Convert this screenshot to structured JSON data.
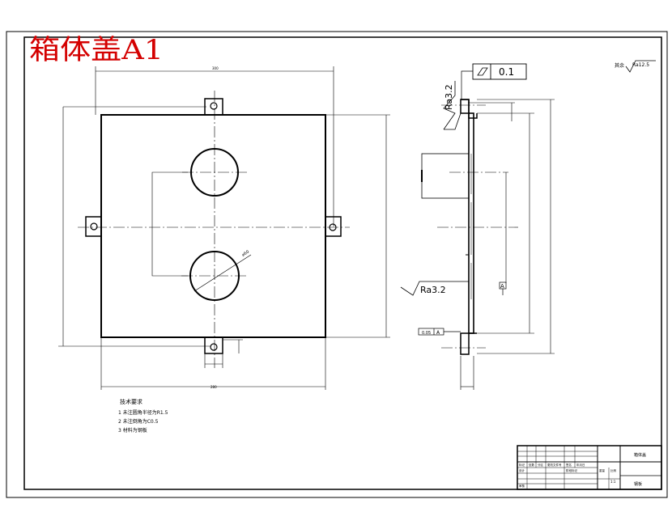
{
  "title": "箱体盖A1",
  "roughness_general": "其余",
  "roughness_general_value": "Ra12.5",
  "tolerance_frame": {
    "symbol": "flatness",
    "value": "0.1"
  },
  "roughness_top": "Ra3.2",
  "roughness_face": "Ra3.2",
  "datum_label": "A",
  "datum_frame_value": "0.05",
  "tech_requirements": {
    "heading": "技术要求",
    "items": [
      "1 未注圆角半径为R1.5",
      "2 未注倒角为C0.5",
      "3 材料为钢板"
    ]
  },
  "title_block": {
    "name": "箱体盖",
    "material": "钢板",
    "scale": "1:1",
    "row_labels": [
      "标记",
      "处数",
      "分区",
      "更改文件号",
      "签名",
      "年月日"
    ],
    "design_label": "设计",
    "check_label": "审核",
    "stage_label": "阶段标记",
    "weight_label": "重量",
    "scale_label": "比例"
  },
  "colors": {
    "title": "#d40000",
    "ink": "#000000"
  }
}
